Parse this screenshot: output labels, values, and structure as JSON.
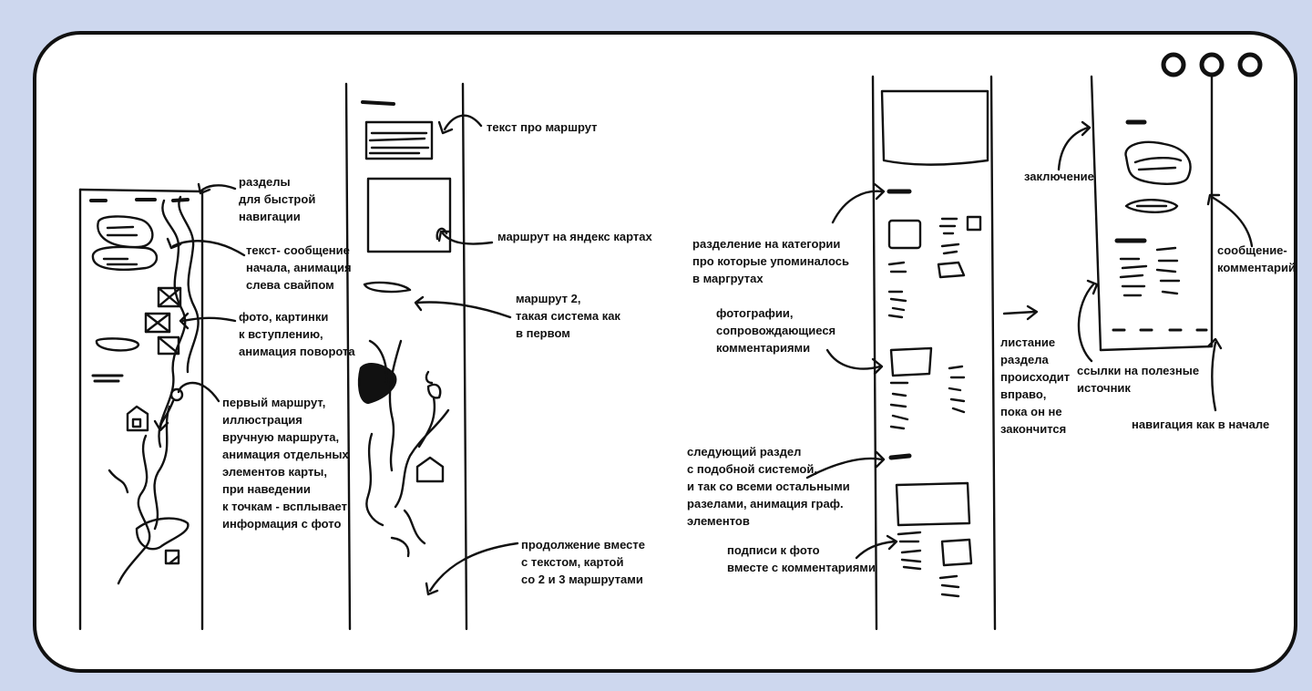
{
  "colors": {
    "page_bg": "#cdd7ee",
    "frame_bg": "#ffffff",
    "ink": "#111111"
  },
  "window": {
    "controls": [
      "circle-icon",
      "circle-icon",
      "circle-icon"
    ]
  },
  "annotations": {
    "sections_nav": "разделы\nдля быстрой\nнавигации",
    "intro_text": "текст- сообщение\nначала, анимация\nслева свайпом",
    "intro_photos": "фото, картинки\nк вступлению,\nанимация поворота",
    "first_route": "первый маршрут,\nиллюстрация\nвручную маршрута,\nанимация отдельных\nэлементов карты,\nпри наведении\nк точкам - всплывает\nинформация с фото",
    "route_text": "текст про маршрут",
    "yandex_map": "маршрут на яндекс картах",
    "route_two": "маршрут 2,\nтакая система как\nв первом",
    "continuation": "продолжение вместе\nс текстом, картой\nсо 2 и 3 маршрутами",
    "categories": "разделение на категории\nпро которые упоминалось\nв маргрутах",
    "photos_comments": "фотографии,\nсопровождающиеся\nкомментариями",
    "swipe_right": "листание\nраздела\nпроисходит\nвправо,\nпока он не\nзакончится",
    "next_section": "следующий раздел\nс подобной системой,\nи так со всеми остальными\nразелами, анимация граф.\nэлементов",
    "captions": "подписи к фото\nвместе с комментариями",
    "conclusion": "заключение",
    "comment_message": "сообщение-\nкомментарий",
    "useful_links": "ссылки на полезные\nисточник",
    "nav_as_start": "навигация как в начале"
  }
}
